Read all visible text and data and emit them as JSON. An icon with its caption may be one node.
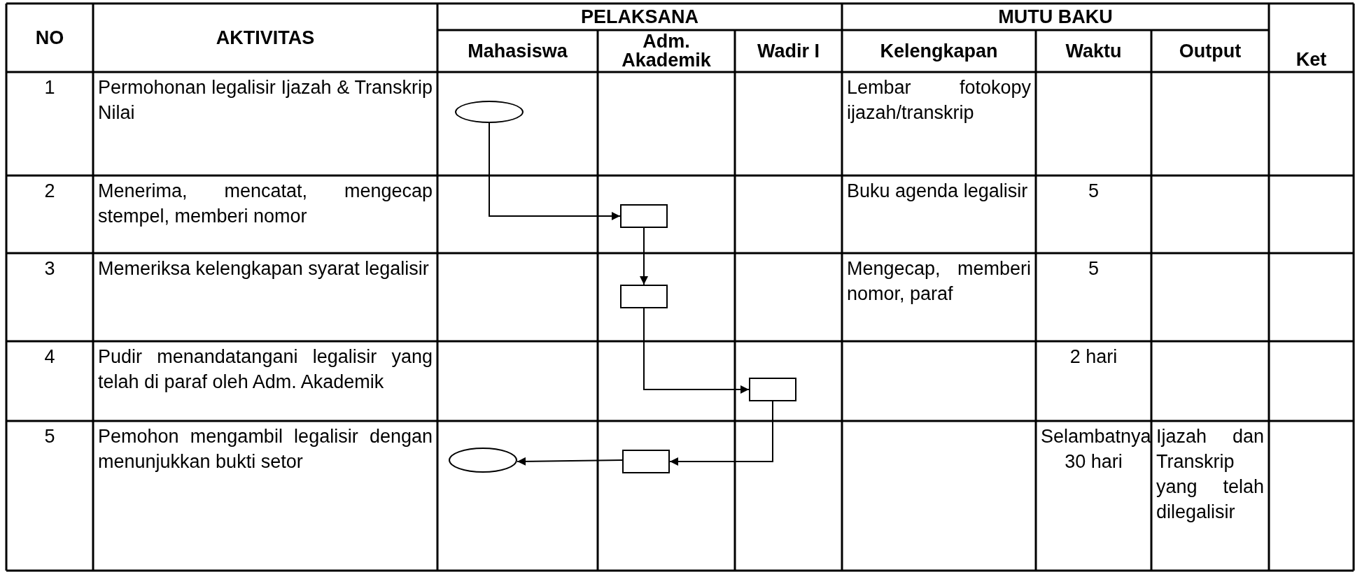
{
  "diagram": {
    "nodes": [
      {
        "text": [],
        "shape": "ellipse"
      },
      {
        "text": [],
        "shape": "box"
      },
      {
        "text": [],
        "shape": "box"
      },
      {
        "text": [],
        "shape": "box"
      },
      {
        "text": [],
        "shape": "ellipse"
      },
      {
        "text": [],
        "shape": "box"
      }
    ],
    "edges": [
      {
        "from": 0,
        "to": 1,
        "arrow": "to"
      },
      {
        "from": 1,
        "to": 2,
        "arrow": "to"
      },
      {
        "from": 2,
        "to": 3,
        "arrow": "to"
      },
      {
        "from": 3,
        "to": 5,
        "arrow": "to"
      },
      {
        "from": 5,
        "to": 4,
        "arrow": "to"
      }
    ],
    "labels": [
      "NO",
      "AKTIVITAS",
      "PELAKSANA",
      "MUTU BAKU",
      "Ket",
      "Mahasiswa",
      "Adm. Akademik",
      "Wadir I",
      "Kelengkapan",
      "Waktu",
      "Output",
      "1",
      "Permohonan legalisir Ijazah & Transkrip Nilai",
      "Lembar fotokopy ijazah/transkrip",
      "2",
      "Menerima, mencatat, mengecap stempel, memberi nomor",
      "Buku agenda legalisir",
      "5",
      "3",
      "Memeriksa kelengkapan syarat legalisir",
      "Mengecap, memberi nomor, paraf",
      "5",
      "4",
      "Pudir menandatangani legalisir yang telah di paraf oleh Adm. Akademik",
      "2 hari",
      "5",
      "Pemohon mengambil legalisir dengan menunjukkan bukti setor",
      "Selambatnya 30 hari",
      "Ijazah dan Transkrip yang telah dilegalisir"
    ]
  }
}
